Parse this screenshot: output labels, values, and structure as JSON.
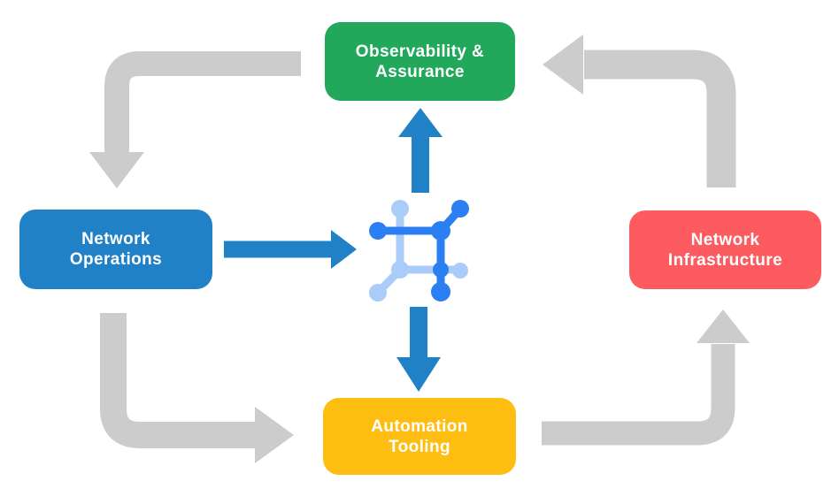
{
  "diagram": {
    "background": "#FFFFFF",
    "nodes": {
      "observability": {
        "label": "Observability &\nAssurance",
        "color": "#22A85B"
      },
      "operations": {
        "label": "Network\nOperations",
        "color": "#2181C6"
      },
      "infrastructure": {
        "label": "Network\nInfrastructure",
        "color": "#FC5B5F"
      },
      "automation": {
        "label": "Automation\nTooling",
        "color": "#FEBD11"
      }
    },
    "colors": {
      "cycle_arrow": "#CCCCCC",
      "flow_arrow": "#2181C6",
      "icon_primary": "#2B7FF2",
      "icon_secondary": "#A9CCF8",
      "label_text": "#FFFFFF"
    },
    "center_icon": "network-automation-icon",
    "edges": [
      {
        "from": "observability",
        "to": "operations",
        "style": "gray-cycle"
      },
      {
        "from": "operations",
        "to": "automation",
        "style": "gray-cycle"
      },
      {
        "from": "automation",
        "to": "infrastructure",
        "style": "gray-cycle"
      },
      {
        "from": "infrastructure",
        "to": "observability",
        "style": "gray-cycle"
      },
      {
        "from": "operations",
        "to": "center-icon",
        "style": "blue-flow"
      },
      {
        "from": "center-icon",
        "to": "observability",
        "style": "blue-flow"
      },
      {
        "from": "center-icon",
        "to": "automation",
        "style": "blue-flow"
      }
    ]
  }
}
